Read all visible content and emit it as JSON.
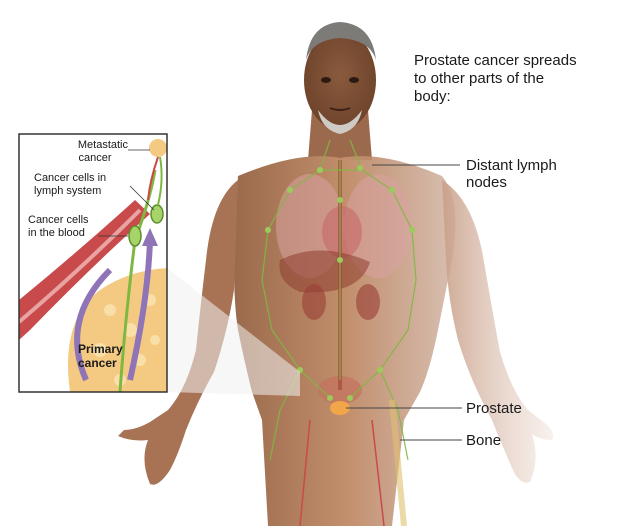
{
  "heading": {
    "line1": "Prostate cancer spreads",
    "line2": "to other parts of the",
    "line3": "body:"
  },
  "callouts": {
    "distant_lymph_nodes": {
      "line1": "Distant lymph",
      "line2": "nodes"
    },
    "prostate": "Prostate",
    "bone": "Bone"
  },
  "inset": {
    "metastatic_cancer": {
      "line1": "Metastatic",
      "line2": "cancer"
    },
    "cancer_cells_lymph": {
      "line1": "Cancer cells in",
      "line2": "lymph system"
    },
    "cancer_cells_blood": {
      "line1": "Cancer cells",
      "line2": "in the blood"
    },
    "primary_cancer": {
      "line1": "Primary",
      "line2": "cancer"
    }
  },
  "colors": {
    "skin": "#b07c5c",
    "skin_shadow": "#8f5e42",
    "lymph": "#7fb840",
    "blood_vessel": "#c84a4a",
    "tumor": "#f2c27a",
    "inset_border": "#333333"
  }
}
